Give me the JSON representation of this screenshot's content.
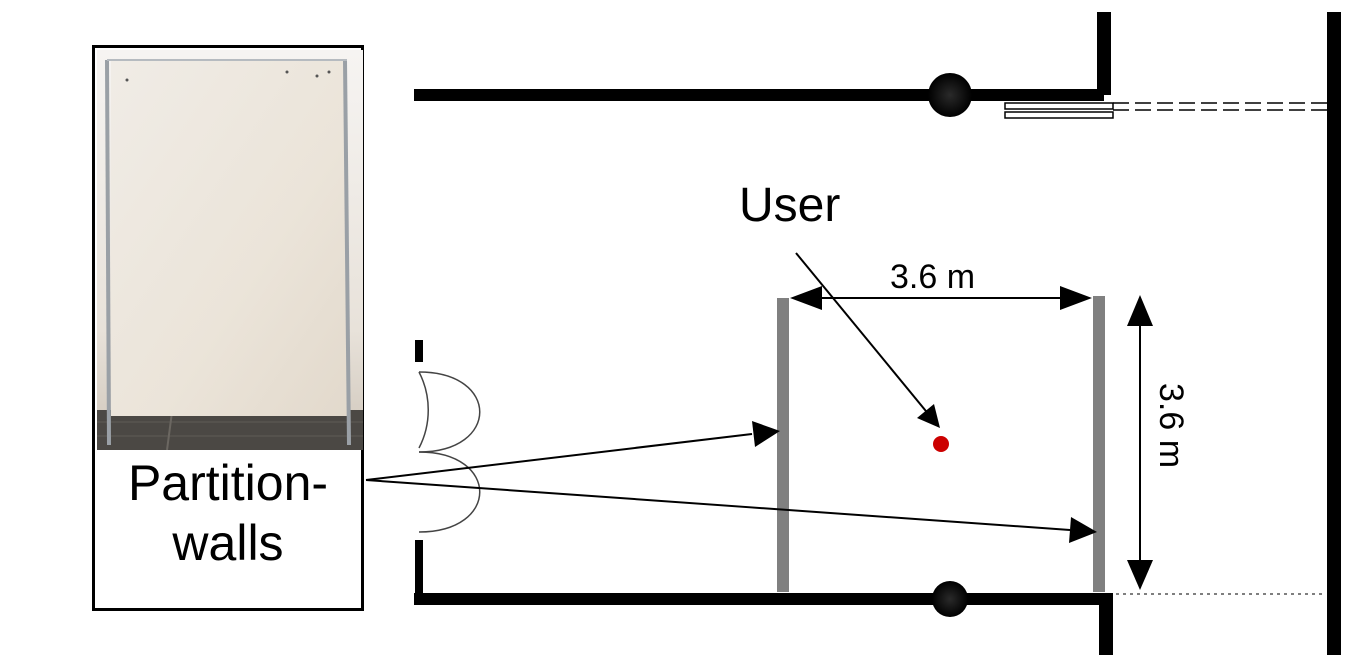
{
  "callout": {
    "line1": "Partition-",
    "line2": "walls"
  },
  "labels": {
    "user": "User",
    "width": "3.6 m",
    "depth": "3.6 m"
  },
  "colors": {
    "walls": "#000000",
    "partitions": "#808080",
    "user_dot": "#cc0000",
    "photo_panel": "#efe9e0",
    "photo_floor": "#4b4844"
  },
  "icons": {
    "pillar": "round-column-icon",
    "door": "double-swing-door-icon"
  }
}
